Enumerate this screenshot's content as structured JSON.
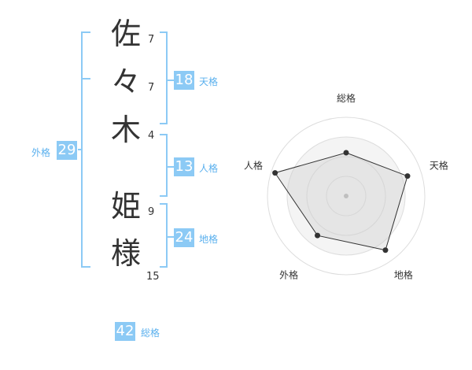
{
  "name": {
    "chars": [
      {
        "char": "佐",
        "strokes": "7"
      },
      {
        "char": "々",
        "strokes": "7"
      },
      {
        "char": "木",
        "strokes": "4"
      },
      {
        "char": "姫",
        "strokes": "9"
      },
      {
        "char": "様",
        "strokes": "15"
      }
    ]
  },
  "fortunes": {
    "gaikaku": {
      "label": "外格",
      "value": "29"
    },
    "tenkaku": {
      "label": "天格",
      "value": "18"
    },
    "jinkaku": {
      "label": "人格",
      "value": "13"
    },
    "chikaku": {
      "label": "地格",
      "value": "24"
    },
    "soukaku": {
      "label": "総格",
      "value": "42"
    }
  },
  "colors": {
    "accent": "#8ccaf5",
    "label": "#5ab0ee",
    "text": "#333333"
  },
  "chart_data": {
    "type": "radar",
    "axes": [
      "総格",
      "天格",
      "地格",
      "外格",
      "人格"
    ],
    "values": [
      0.55,
      0.82,
      0.85,
      0.62,
      0.95
    ],
    "rings": 4
  }
}
